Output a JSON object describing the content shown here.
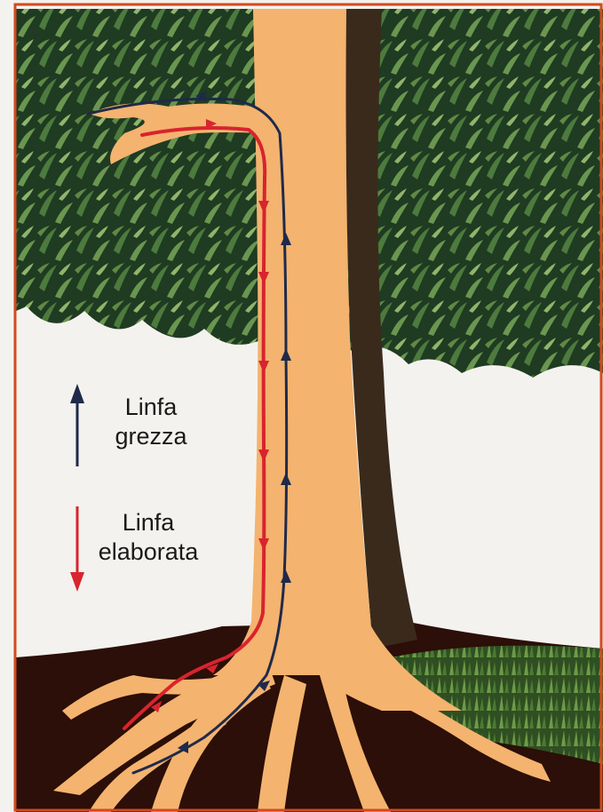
{
  "legend": {
    "raw_sap": {
      "line1": "Linfa",
      "line2": "grezza",
      "arrow": "up-arrow",
      "color": "#1f2a4a"
    },
    "processed_sap": {
      "line1": "Linfa",
      "line2": "elaborata",
      "arrow": "down-arrow",
      "color": "#d8242e"
    }
  },
  "colors": {
    "trunk": "#f4b36f",
    "bark": "#3a2a1c",
    "foliage_dark": "#1f3b22",
    "foliage_mid": "#3f6b36",
    "foliage_light": "#8fb56b",
    "soil": "#2b0f08",
    "grass": "#3e6a2a",
    "sky": "#f4f2ee",
    "frame": "#d24a1f"
  }
}
